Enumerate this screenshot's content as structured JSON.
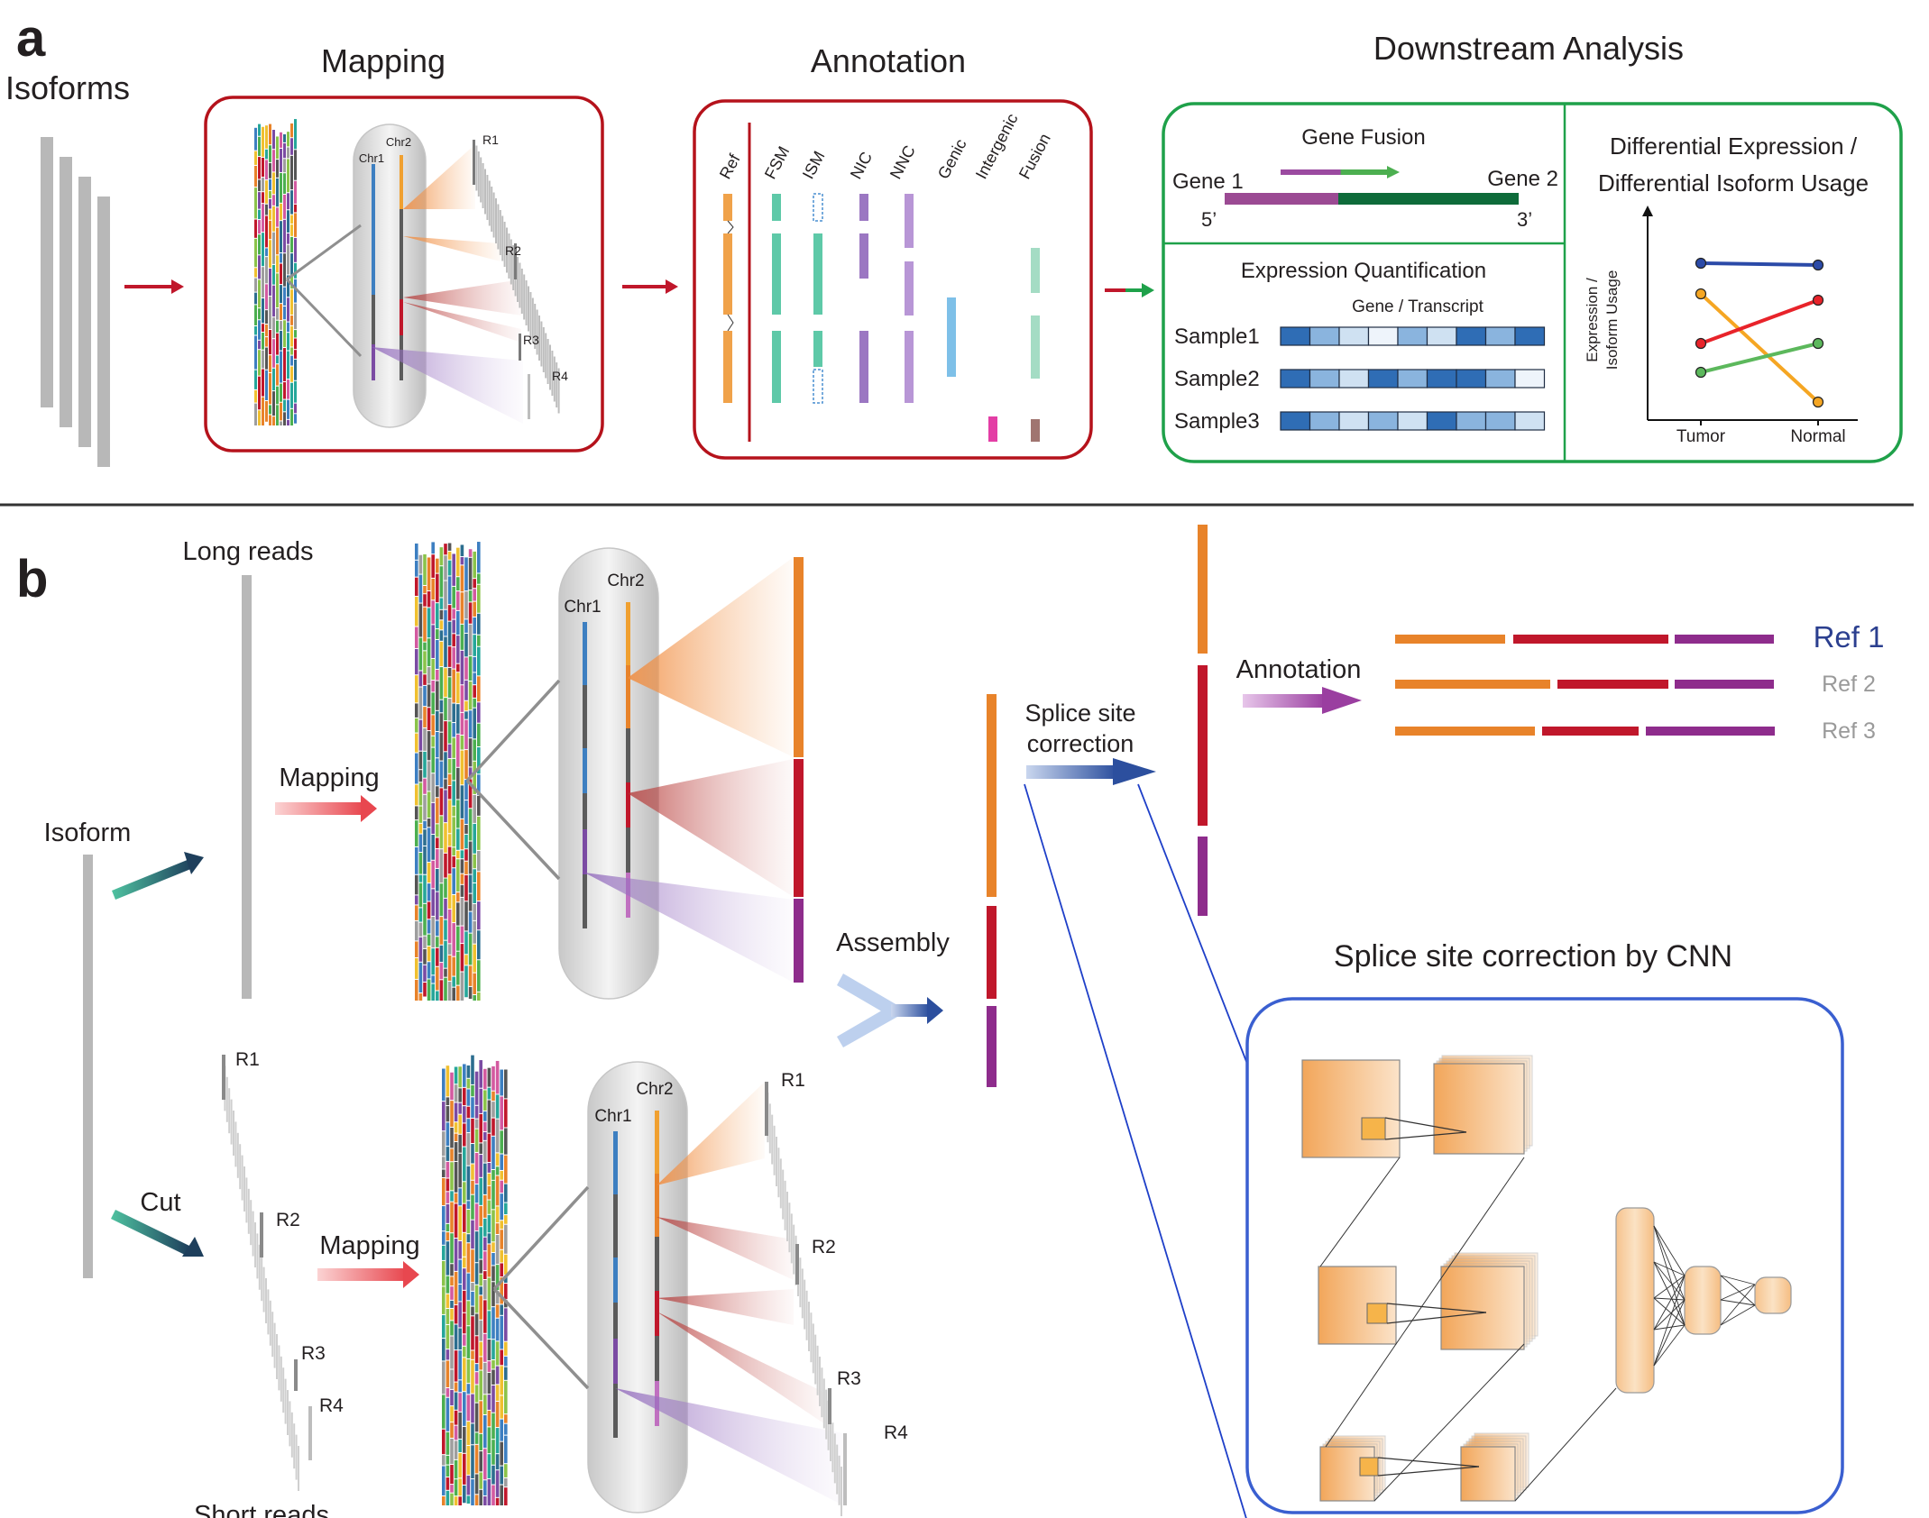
{
  "panel_a": {
    "letter": "a",
    "isoforms": "Isoforms",
    "mapping_title": "Mapping",
    "chr1": "Chr1",
    "chr2": "Chr2",
    "reads": [
      "R1",
      "R2",
      "R3",
      "R4"
    ],
    "annotation_title": "Annotation",
    "ann_categories": [
      "Ref",
      "FSM",
      "ISM",
      "NIC",
      "NNC",
      "Genic",
      "Intergenic",
      "Fusion"
    ],
    "downstream_title": "Downstream Analysis",
    "gene_fusion": {
      "title": "Gene Fusion",
      "gene1": "Gene 1",
      "gene2": "Gene 2",
      "five_prime": "5’",
      "three_prime": "3’"
    },
    "expression": {
      "title": "Expression Quantification",
      "subtitle": "Gene / Transcript",
      "samples": [
        "Sample1",
        "Sample2",
        "Sample3"
      ]
    },
    "differential": {
      "title_line1": "Differential Expression /",
      "title_line2": "Differential Isoform Usage",
      "ylabel_line1": "Expression /",
      "ylabel_line2": "Isoform Usage",
      "x_categories": [
        "Tumor",
        "Normal"
      ]
    }
  },
  "panel_b": {
    "letter": "b",
    "isoform": "Isoform",
    "long_reads": "Long reads",
    "short_reads": "Short reads",
    "cut": "Cut",
    "mapping": "Mapping",
    "chr1": "Chr1",
    "chr2": "Chr2",
    "reads": [
      "R1",
      "R2",
      "R3",
      "R4"
    ],
    "assembly": "Assembly",
    "splice_line1": "Splice site",
    "splice_line2": "correction",
    "annotation": "Annotation",
    "refs": [
      "Ref 1",
      "Ref 2",
      "Ref 3"
    ],
    "cnn_title": "Splice site correction by CNN"
  },
  "colors": {
    "red_box": "#b5121b",
    "green_box": "#1fa14a",
    "blue_box": "#3a5fd0",
    "orange": "#e8832a",
    "crimson": "#c0172b",
    "purple": "#8e2c8c",
    "navy": "#2b3f8f"
  }
}
